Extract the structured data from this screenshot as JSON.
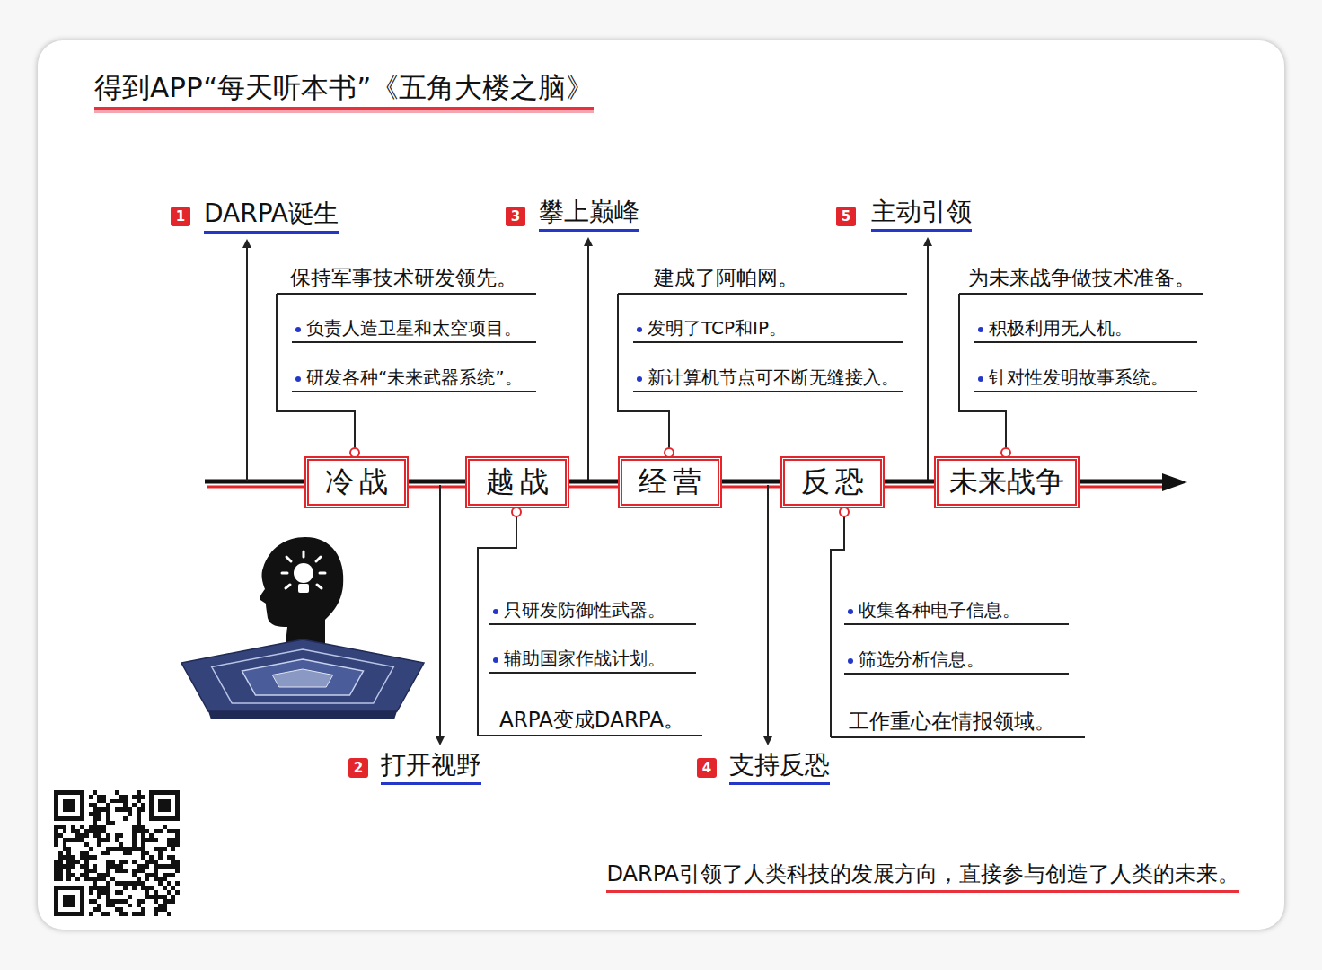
{
  "diagram": {
    "title": "得到APP“每天听本书”《五角大楼之脑》",
    "caption": "DARPA引领了人类科技的发展方向，直接参与创造了人类的未来。",
    "nodes": [
      {
        "text": [
          "冷战"
        ]
      },
      {
        "text": [
          "越战"
        ]
      },
      {
        "text": [
          "经营"
        ]
      },
      {
        "text": [
          "反恐"
        ]
      },
      {
        "text": [
          "未来战争"
        ]
      }
    ],
    "edges": [
      {
        "from": 0,
        "to": 1,
        "arrow": "none"
      },
      {
        "from": 1,
        "to": 2,
        "arrow": "none"
      },
      {
        "from": 2,
        "to": 3,
        "arrow": "none"
      },
      {
        "from": 3,
        "to": 4,
        "arrow": "none"
      }
    ],
    "labels": [
      "1",
      "DARPA诞生",
      "保持军事技术研发领先。",
      "负责人造卫星和太空项目。",
      "研发各种“未来武器系统”。",
      "2",
      "打开视野",
      "只研发防御性武器。",
      "辅助国家作战计划。",
      "ARPA变成DARPA。",
      "3",
      "攀上巅峰",
      "建成了阿帕网。",
      "发明了TCP和IP。",
      "新计算机节点可不断无缝接入。",
      "4",
      "支持反恐",
      "收集各种电子信息。",
      "筛选分析信息。",
      "工作重心在情报领域。",
      "5",
      "主动引领",
      "为未来战争做技术准备。",
      "积极利用无人机。",
      "针对性发明故事系统。"
    ]
  }
}
